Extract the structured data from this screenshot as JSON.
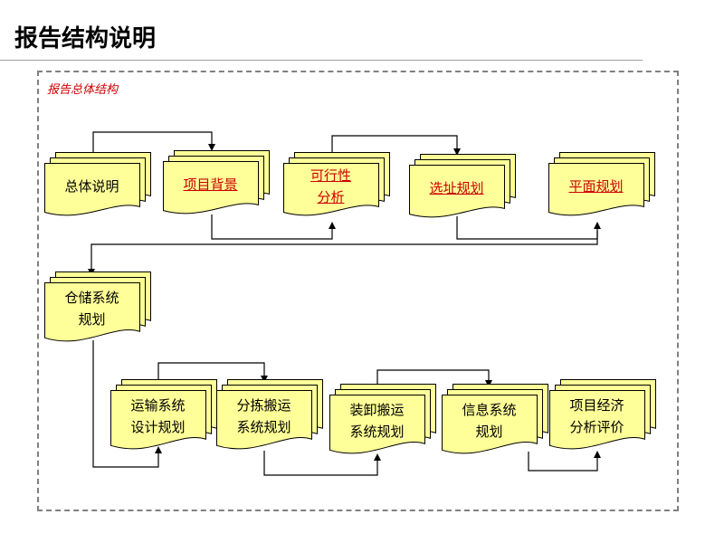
{
  "title": "报告结构说明",
  "section_label": "报告总体结构",
  "colors": {
    "fill": "#ffff99",
    "border": "#000000",
    "link_text": "#cc0000",
    "frame": "#808080"
  },
  "nodes": {
    "overview": {
      "text": "总体说明",
      "link": false
    },
    "background": {
      "text": "项目背景",
      "link": true
    },
    "feasibility": {
      "text": "可行性\n分析",
      "link": true
    },
    "site": {
      "text": "选址规划",
      "link": true
    },
    "layout": {
      "text": "平面规划",
      "link": true
    },
    "warehouse": {
      "text": "仓储系统\n规划",
      "link": false
    },
    "transport": {
      "text": "运输系统\n设计规划",
      "link": false
    },
    "sorting": {
      "text": "分拣搬运\n系统规划",
      "link": false
    },
    "loading": {
      "text": "装卸搬运\n系统规划",
      "link": false
    },
    "information": {
      "text": "信息系统\n规划",
      "link": false
    },
    "economics": {
      "text": "项目经济\n分析评价",
      "link": false
    }
  }
}
